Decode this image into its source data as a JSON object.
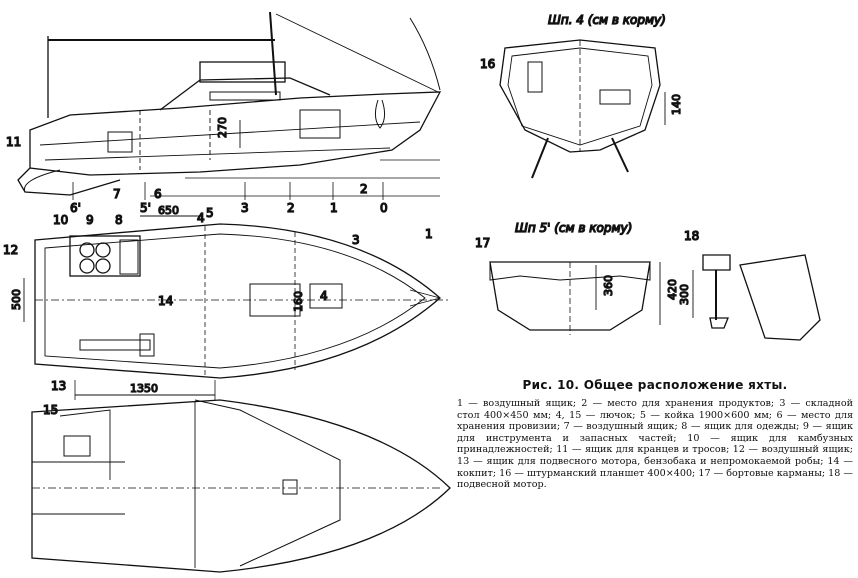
{
  "caption": {
    "title": "Рис. 10. Общее расположение яхты.",
    "text": "1 — воздушный ящик; 2 — место для хранения продуктов; 3 — складной стол 400×450 мм; 4, 15 — лючок; 5 — койка 1900×600 мм; 6 — место для хранения провизии; 7 — воздушный ящик; 8 — ящик для одежды; 9 — ящик для инструмента и запасных частей; 10 — ящик для камбузных принадлежностей; 11 — ящик для кранцев и тросов; 12 — воздушный ящик; 13 — ящик для подвесного мотора, бензобака и непромокаемой робы; 14 — кокпит; 16 — штурманский планшет 400×400; 17 — бортовые карманы; 18 — подвесной мотор."
  },
  "sections": {
    "section_4": "Шп. 4 (см в корму)",
    "section_5": "Шп 5' (см в корму)"
  },
  "frames": [
    "6'",
    "5'",
    "4",
    "3",
    "2",
    "1",
    "0"
  ],
  "dimensions": {
    "d270": "270",
    "d650": "650",
    "d500": "500",
    "d160": "160",
    "d1350": "1350",
    "d140": "140",
    "d360": "360",
    "d420": "420",
    "d300": "300"
  },
  "callouts": {
    "c1": "1",
    "c2": "2",
    "c3": "3",
    "c4": "4",
    "c5": "5",
    "c6": "6",
    "c7": "7",
    "c8": "8",
    "c9": "9",
    "c10": "10",
    "c11": "11",
    "c12": "12",
    "c13": "13",
    "c14": "14",
    "c15": "15",
    "c16": "16",
    "c17": "17",
    "c18": "18"
  }
}
